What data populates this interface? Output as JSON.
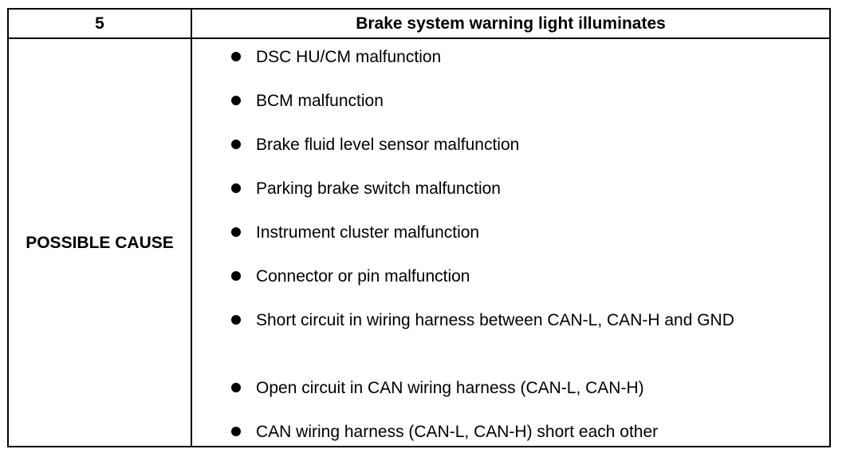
{
  "table": {
    "number": "5",
    "title": "Brake system warning light illuminates",
    "label": "POSSIBLE CAUSE",
    "causes": [
      "DSC HU/CM malfunction",
      "BCM malfunction",
      "Brake fluid level sensor malfunction",
      "Parking brake switch malfunction",
      "Instrument cluster malfunction",
      "Connector or pin malfunction",
      "Short circuit in wiring harness between CAN-L, CAN-H and GND",
      "Open circuit in CAN wiring harness (CAN-L, CAN-H)",
      "CAN wiring harness (CAN-L, CAN-H) short each other"
    ]
  },
  "colors": {
    "text": "#000000",
    "background": "#ffffff",
    "border": "#000000"
  }
}
